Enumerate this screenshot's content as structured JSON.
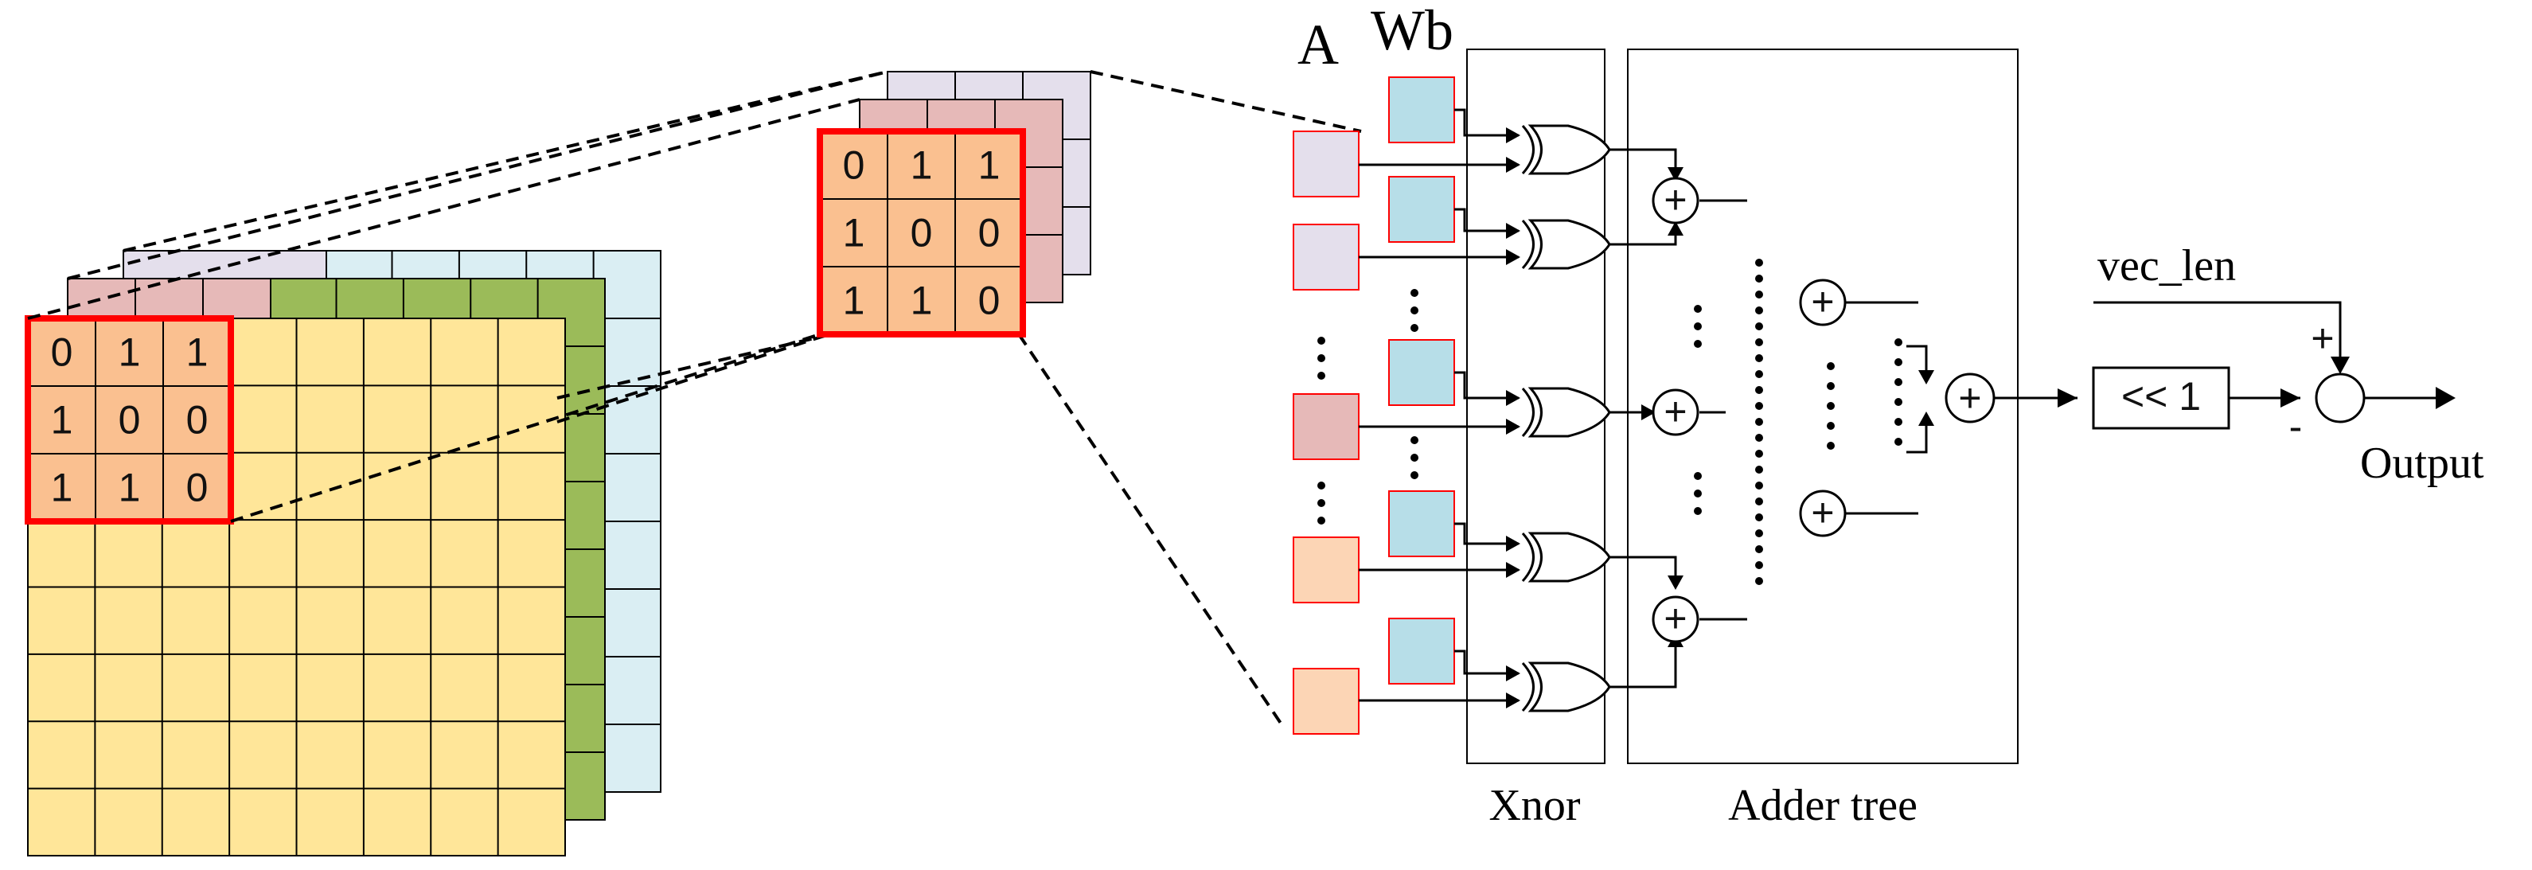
{
  "matrix": {
    "values": [
      [
        "0",
        "1",
        "1"
      ],
      [
        "1",
        "0",
        "0"
      ],
      [
        "1",
        "1",
        "0"
      ]
    ]
  },
  "labels": {
    "a": "A",
    "wb": "Wb",
    "xnor": "Xnor",
    "adder_tree": "Adder tree",
    "vec_len": "vec_len",
    "shift": "<< 1",
    "output": "Output",
    "plus_sign": "+",
    "minus_sign": "-",
    "adder_symbol": "+"
  },
  "colors": {
    "layer_front": "#FFE699",
    "layer_green": "#9BBB59",
    "layer_blue": "#DAEEF3",
    "layer_purple": "#E4DFEC",
    "layer_pink": "#E6B9B8",
    "kernel_fill": "#FAC090",
    "kernel_border": "#FF0000",
    "a_purple": "#E4DFEC",
    "a_pink": "#E6B9B8",
    "a_peach": "#FCD5B5",
    "wb_blue": "#B7DEE8",
    "line": "#000000"
  }
}
